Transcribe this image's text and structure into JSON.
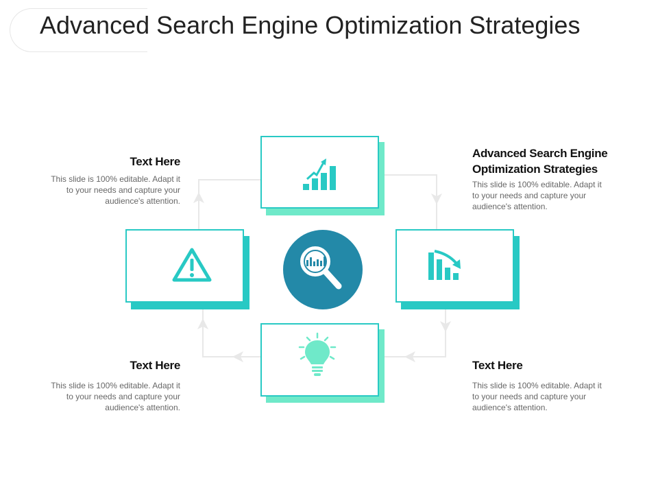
{
  "slide": {
    "title": "Advanced Search Engine Optimization Strategies"
  },
  "colors": {
    "teal": "#28c9c4",
    "mint": "#6fe9c9",
    "circle": "#2389a8",
    "connector": "#e8e8e8"
  },
  "blocks": {
    "top_left": {
      "heading": "Text Here",
      "body": "This slide is 100% editable. Adapt it to your needs and capture your audience's attention."
    },
    "top_right": {
      "heading": "Advanced Search Engine Optimization Strategies",
      "body": "This slide is 100% editable. Adapt it to your needs and capture your audience's attention."
    },
    "bottom_left": {
      "heading": "Text Here",
      "body": "This slide is 100% editable. Adapt it to your needs and capture your audience's attention."
    },
    "bottom_right": {
      "heading": "Text Here",
      "body": "This slide is 100% editable. Adapt it to your needs and capture your audience's attention."
    }
  },
  "icons": {
    "top": "growth-chart-icon",
    "right": "decline-chart-icon",
    "bottom": "lightbulb-icon",
    "left": "warning-icon",
    "center": "magnifier-analytics-icon"
  }
}
